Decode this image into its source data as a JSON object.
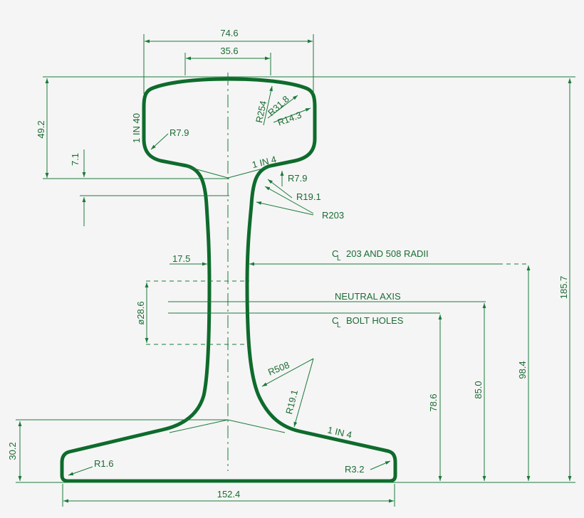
{
  "labels": {
    "top_width": "74.6",
    "head_inner_width": "35.6",
    "head_height": "49.2",
    "head_drop": "7.1",
    "head_taper": "1 IN 40",
    "r_head_corner": "R7.9",
    "r254": "R254",
    "r318": "R31.8",
    "r143": "R14.3",
    "head_slope": "1 IN 4",
    "r79_fillet": "R7.9",
    "r191_top": "R19.1",
    "r203": "R203",
    "web_thickness": "17.5",
    "radii_centre": "203 AND 508 RADII",
    "neutral_axis": "NEUTRAL AXIS",
    "bolt_holes": "BOLT HOLES",
    "bolt_dia": "ø28.6",
    "r508": "R508",
    "r191_bottom": "R19.1",
    "foot_slope": "1 IN 4",
    "foot_height": "30.2",
    "r16": "R1.6",
    "r32": "R3.2",
    "base_width": "152.4",
    "h_bolt": "78.6",
    "h_neutral": "85.0",
    "h_radii": "98.4",
    "h_total": "185.7"
  },
  "colors": {
    "rail": "#0e6b2c",
    "lines": "#1b7a3a",
    "text": "#1b6b33",
    "background": "#f5f5f5"
  }
}
